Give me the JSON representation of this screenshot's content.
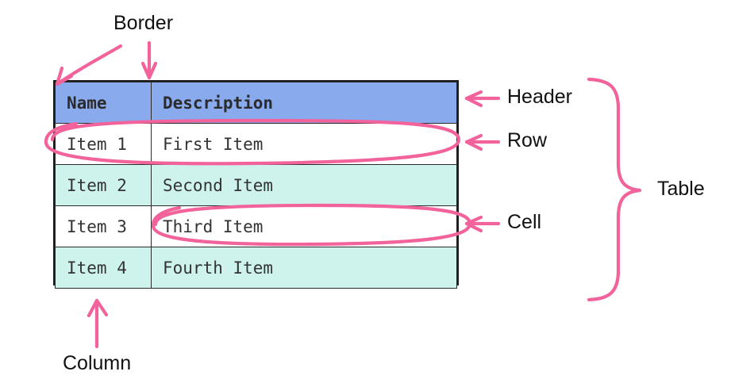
{
  "diagram": {
    "title": "HTML table anatomy annotated diagram",
    "accent_color": "#f2639b",
    "header_fill": "#8aaaee",
    "row_alt_fill": "#cef3ed",
    "row_fill": "#ffffff",
    "border_color": "#1c1c1c",
    "text_color": "#333333"
  },
  "table": {
    "columns": [
      "Name",
      "Description"
    ],
    "rows": [
      {
        "name": "Item 1",
        "description": "First Item"
      },
      {
        "name": "Item 2",
        "description": "Second Item"
      },
      {
        "name": "Item 3",
        "description": "Third Item"
      },
      {
        "name": "Item 4",
        "description": "Fourth Item"
      }
    ]
  },
  "annotations": {
    "border": "Border",
    "header": "Header",
    "row": "Row",
    "cell": "Cell",
    "table": "Table",
    "column": "Column"
  },
  "markers": {
    "border_arrow_corner": "arrow-diagonal-down-left-icon",
    "border_arrow_divider": "arrow-down-icon",
    "header_arrow": "arrow-left-icon",
    "row_arrow": "arrow-left-icon",
    "cell_arrow": "arrow-left-icon",
    "table_brace": "curly-brace-icon",
    "column_arrow": "arrow-up-icon",
    "row_highlight": "ellipse-icon",
    "cell_highlight": "ellipse-icon"
  }
}
